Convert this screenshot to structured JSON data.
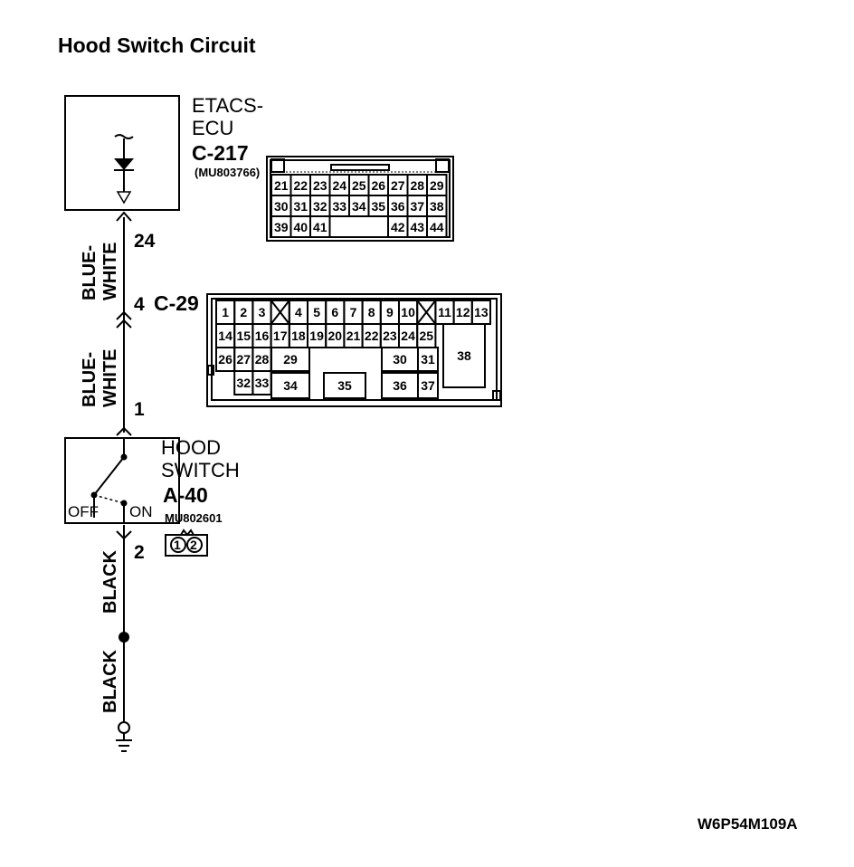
{
  "title": "Hood Switch Circuit",
  "etacs": {
    "name_line1": "ETACS-",
    "name_line2": "ECU",
    "connector": "C-217",
    "part": "(MU803766)",
    "pin": "24",
    "grid_rows": [
      [
        "21",
        "22",
        "23",
        "24",
        "25",
        "26",
        "27",
        "28",
        "29"
      ],
      [
        "30",
        "31",
        "32",
        "33",
        "34",
        "35",
        "36",
        "37",
        "38"
      ],
      [
        "39",
        "40",
        "41",
        "",
        "",
        "",
        "42",
        "43",
        "44"
      ]
    ]
  },
  "junction": {
    "pin": "4",
    "connector": "C-29",
    "cells": [
      "1",
      "2",
      "3",
      "4",
      "5",
      "6",
      "7",
      "8",
      "9",
      "10",
      "11",
      "12",
      "13",
      "14",
      "15",
      "16",
      "17",
      "18",
      "19",
      "20",
      "21",
      "22",
      "23",
      "24",
      "25",
      "26",
      "27",
      "28",
      "29",
      "30",
      "31",
      "32",
      "33",
      "34",
      "35",
      "36",
      "37",
      "38"
    ]
  },
  "wires": {
    "upper_a1": "BLUE-",
    "upper_a2": "WHITE",
    "upper_b1": "BLUE-",
    "upper_b2": "WHITE",
    "lower_a": "BLACK",
    "lower_b": "BLACK"
  },
  "hood_switch": {
    "name_line1": "HOOD",
    "name_line2": "SWITCH",
    "connector": "A-40",
    "part": "MU802601",
    "pin_top": "1",
    "pin_bottom": "2",
    "off_label": "OFF",
    "on_label": "ON",
    "conn_pin1": "1",
    "conn_pin2": "2"
  },
  "figure_code": "W6P54M109A"
}
